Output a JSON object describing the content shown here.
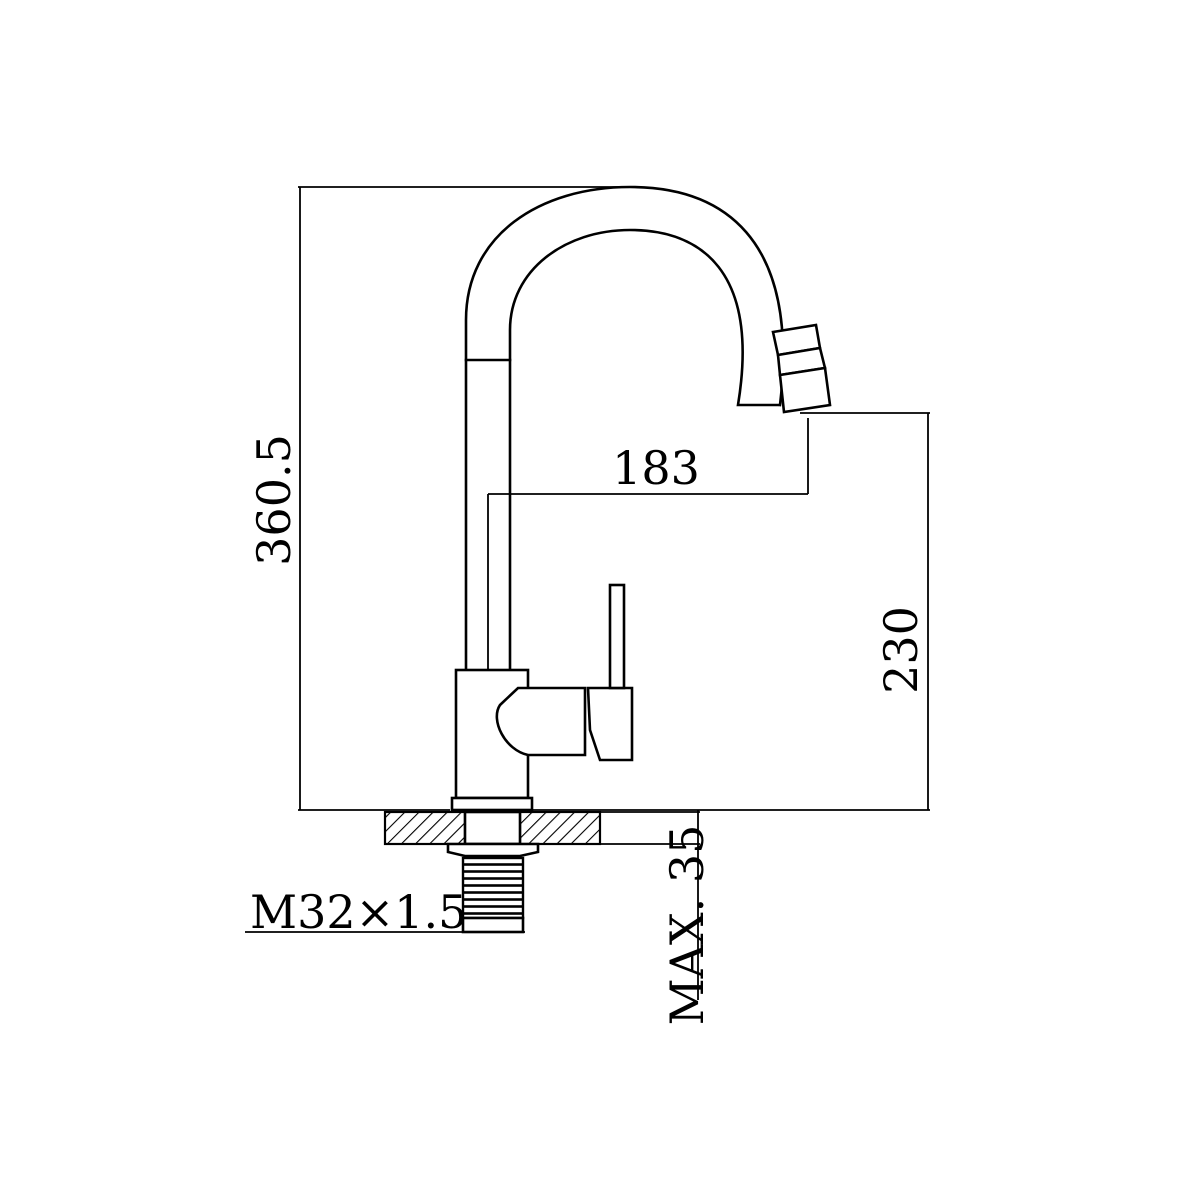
{
  "diagram": {
    "dimensions": {
      "total_height": "360.5",
      "reach": "183",
      "spout_height": "230",
      "max_deck_thickness": "MAX. 35",
      "thread": "M32×1.5"
    }
  }
}
